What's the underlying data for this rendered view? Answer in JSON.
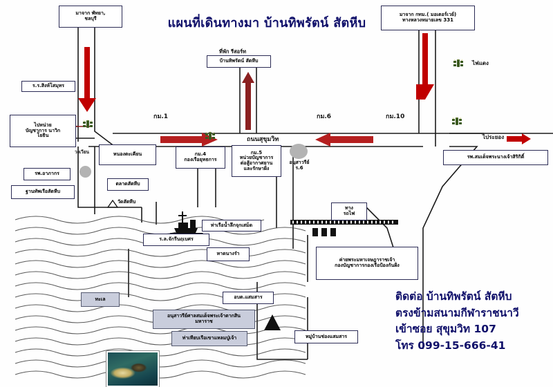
{
  "title": "แผนที่เดินทางมา บ้านทิพรัตน์ สัตหีบ",
  "colors": {
    "title_blue": "#10106a",
    "arrow_red": "#c00000",
    "box_border": "#2b2b55",
    "shaded_box": "#c9cddc"
  },
  "contact": {
    "line1": "ติดต่อ บ้านทิพรัตน์ สัตหีบ",
    "line2": "ตรงข้ามสนามกีฬาราชนาวี",
    "line3": "เข้าซอย สุขุมวิท 107",
    "line4": "โทร 099-15-666-41"
  },
  "boxes": {
    "from_pattaya": "มาจาก พัทยา,\nชลบุรี",
    "from_bangkok": "มาจาก กทม.( มอเตอร์เวย์)\nทางหลวงหมายเลข 331",
    "resort_caption": "ที่พัก รีสอร์ท",
    "resort_name": "บ้านทิพรัตน์ สัตหีบ",
    "school_singhasamut": "ร.ร.สิงห์โสมุทร",
    "marine_command": "ไปหน่วย\nบัญชาการ นาวิก\nโยธิน",
    "hospital_apakorn": "รพ.อาภากร",
    "naval_base": "ฐานทัพเรือสัตหีบ",
    "nong_takian": "หนองตะเคียน",
    "market_sattahip": "ตลาดสัตหีบ",
    "temple_sattahip": "วัดสัตหีบ",
    "km4_fleet": "กม.4\nกองเรือยุทธการ",
    "km5_airdefense": "กม.5\nหน่วยบัญชาการ\nต่อสู้อากาศยาน\nและรักษาฝั่ง",
    "monument_rama6": "อนุสาวรีย์\nร.6",
    "hospital_sirikit": "รพ.สมเด็จพระนางเจ้าสิริกิติ์",
    "ship_chakri": "ร.ล.จักรีนฤเบศร",
    "port_jukseamed": "ท่าเรือน้ำลึกจุกเสม็ด",
    "beach_nangram": "หาดนางรำ",
    "railway": "ทาง\nรถไฟ",
    "camp_chetsada": "ค่ายพระมหาเจษฎาราชเจ้า\nกองบัญชาการกองเรือป้องกันฝั่ง",
    "sea": "ทะเล",
    "obt_samaesan": "อบต.แสมสาร",
    "taksin_monument": "อนุสาวรีย์ศาลสมเด็จพระเจ้าตากสิน\nมหาราช",
    "pier_khaolaem": "ท่าเทียบเรือเขาแหลมปู่เจ้า",
    "village_chongsamaesan": "หมู่บ้านช่องแสมสาร"
  },
  "labels": {
    "km1": "กม.1",
    "km6": "กม.6",
    "km10": "กม.10",
    "sukhumvit_road": "ถนนสุขุมวิท",
    "traffic_light": "ไฟแดง",
    "to_rayong": "ไประยอง",
    "roundabout": "วงเวียน"
  },
  "icons": {
    "traffic_light_1": "traffic-light-icon",
    "traffic_light_2": "traffic-light-icon",
    "traffic_light_3": "traffic-light-icon",
    "warship": "warship-icon",
    "island_photo": "island-aerial-photo"
  }
}
